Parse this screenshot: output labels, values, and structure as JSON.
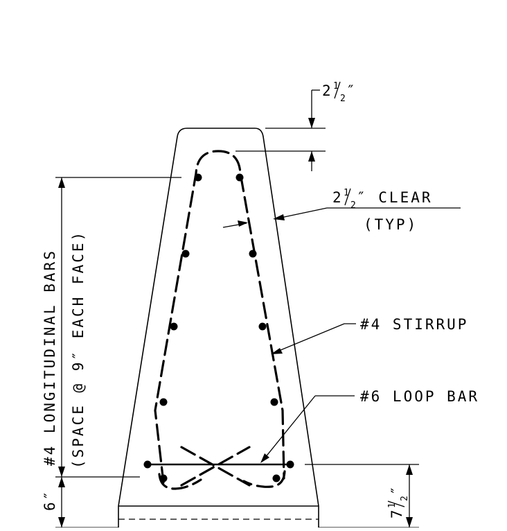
{
  "labels": {
    "top_dim_whole": "2",
    "top_dim_num": "1",
    "top_dim_den": "2",
    "top_dim_unit": "″",
    "clear_whole": "2",
    "clear_num": "1",
    "clear_den": "2",
    "clear_text": "″ CLEAR",
    "clear_typ": "(TYP)",
    "stirrup": "#4 STIRRUP",
    "loop_bar": "#6 LOOP BAR",
    "longitudinal_line1": "#4 LONGITUDINAL BARS",
    "longitudinal_line2": "(SPACE @ 9″ EACH FACE)",
    "six_inch": "6″",
    "bottom_dim_whole": "7",
    "bottom_dim_num": "1",
    "bottom_dim_den": "2",
    "bottom_dim_unit": "″"
  },
  "colors": {
    "line": "#000000",
    "background": "#ffffff"
  }
}
